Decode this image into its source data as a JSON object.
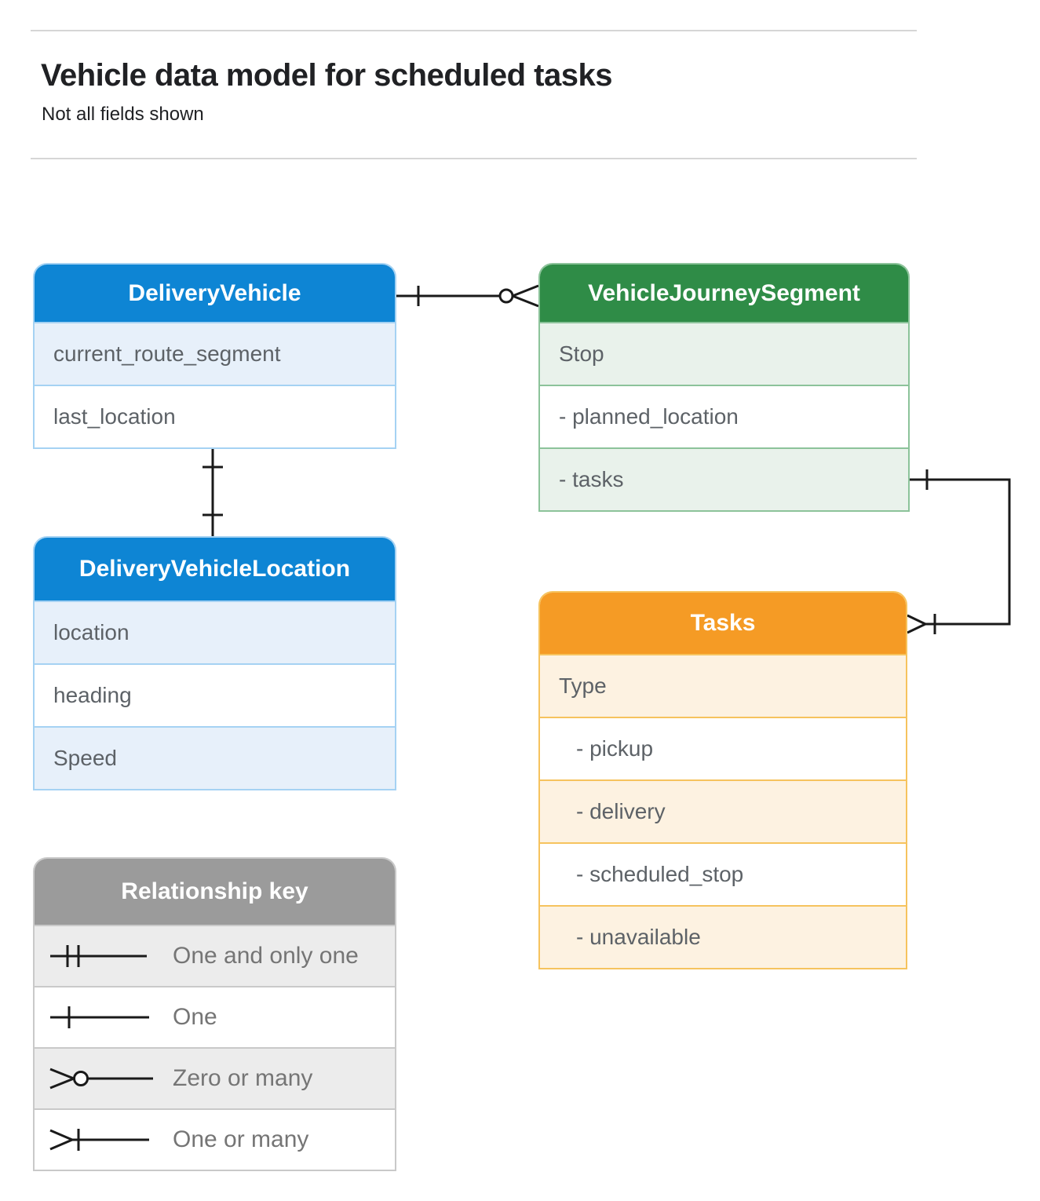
{
  "page": {
    "title": "Vehicle data model for scheduled tasks",
    "subtitle": "Not all fields shown"
  },
  "colors": {
    "blue": "#0e85d4",
    "blue_tint": "#e7f0fa",
    "blue_border": "#a5d2f3",
    "green": "#2f8c47",
    "green_tint": "#e9f2eb",
    "green_border": "#8cc39a",
    "orange": "#f59b25",
    "orange_tint": "#fdf2e1",
    "orange_border": "#f6c35e",
    "gray": "#9b9b9b",
    "gray_tint": "#ececec",
    "gray_border": "#c9c9c9",
    "connector": "#1a1a1a",
    "field_text": "#5d6267",
    "legend_text": "#757575",
    "title_text": "#202124",
    "divider": "#d6d6d6"
  },
  "entities": {
    "delivery_vehicle": {
      "title": "DeliveryVehicle",
      "fields": [
        "current_route_segment",
        "last_location"
      ]
    },
    "vehicle_journey_segment": {
      "title": "VehicleJourneySegment",
      "fields": [
        "Stop",
        "- planned_location",
        "- tasks"
      ]
    },
    "delivery_vehicle_location": {
      "title": "DeliveryVehicleLocation",
      "fields": [
        "location",
        "heading",
        "Speed"
      ]
    },
    "tasks": {
      "title": "Tasks",
      "fields": [
        "Type",
        "- pickup",
        "- delivery",
        "- scheduled_stop",
        "- unavailable"
      ]
    }
  },
  "relationships": [
    {
      "from": "DeliveryVehicle",
      "to": "VehicleJourneySegment",
      "from_cardinality": "one",
      "to_cardinality": "zero-or-many"
    },
    {
      "from": "DeliveryVehicle",
      "to": "DeliveryVehicleLocation",
      "from_cardinality": "one",
      "to_cardinality": "one"
    },
    {
      "from": "VehicleJourneySegment.tasks",
      "to": "Tasks",
      "from_cardinality": "one",
      "to_cardinality": "one-or-many"
    }
  ],
  "legend": {
    "title": "Relationship key",
    "items": [
      {
        "symbol": "one-and-only-one",
        "label": "One and only one"
      },
      {
        "symbol": "one",
        "label": "One"
      },
      {
        "symbol": "zero-or-many",
        "label": "Zero or many"
      },
      {
        "symbol": "one-or-many",
        "label": "One or many"
      }
    ]
  }
}
